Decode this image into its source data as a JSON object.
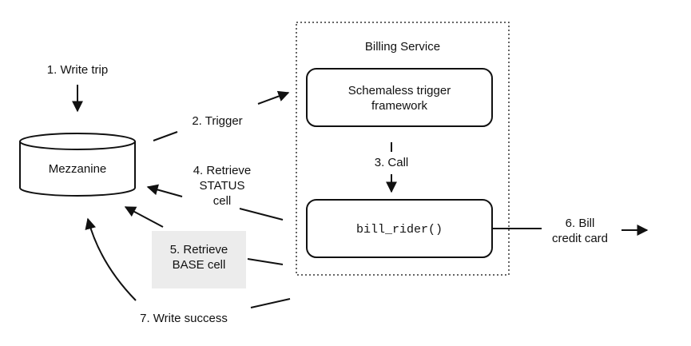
{
  "service_title": "Billing Service",
  "nodes": {
    "database": "Mezzanine",
    "trigger_framework_line1": "Schemaless trigger",
    "trigger_framework_line2": "framework",
    "function": "bill_rider()"
  },
  "steps": {
    "write_trip": "1. Write trip",
    "trigger": "2. Trigger",
    "call": "3. Call",
    "retrieve_status_line1": "4. Retrieve",
    "retrieve_status_line2": "STATUS",
    "retrieve_status_line3": "cell",
    "retrieve_base_line1": "5. Retrieve",
    "retrieve_base_line2": "BASE cell",
    "bill_line1": "6. Bill",
    "bill_line2": "credit card",
    "write_success": "7. Write success"
  }
}
